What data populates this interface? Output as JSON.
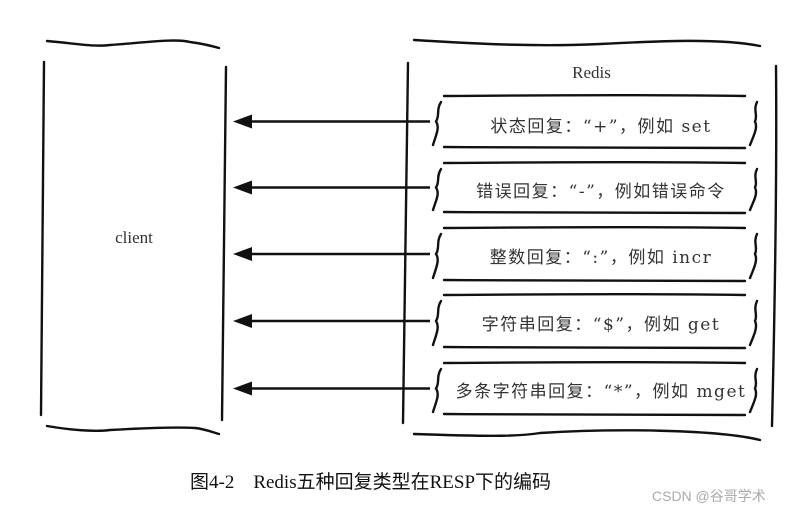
{
  "diagram": {
    "client": {
      "label": "client"
    },
    "server": {
      "label": "Redis"
    },
    "replies": [
      {
        "label": "状态回复：“+”，例如 set",
        "arrow_direction": "to-client"
      },
      {
        "label": "错误回复：“-”，例如错误命令",
        "arrow_direction": "to-client"
      },
      {
        "label": "整数回复：“:”，例如 incr",
        "arrow_direction": "to-client"
      },
      {
        "label": "字符串回复：“$”，例如 get",
        "arrow_direction": "to-client"
      },
      {
        "label": "多条字符串回复：“*”，例如 mget",
        "arrow_direction": "to-client"
      }
    ],
    "stroke_color": "#111111"
  },
  "caption": "图4-2　Redis五种回复类型在RESP下的编码",
  "watermark": "CSDN @谷哥学术"
}
